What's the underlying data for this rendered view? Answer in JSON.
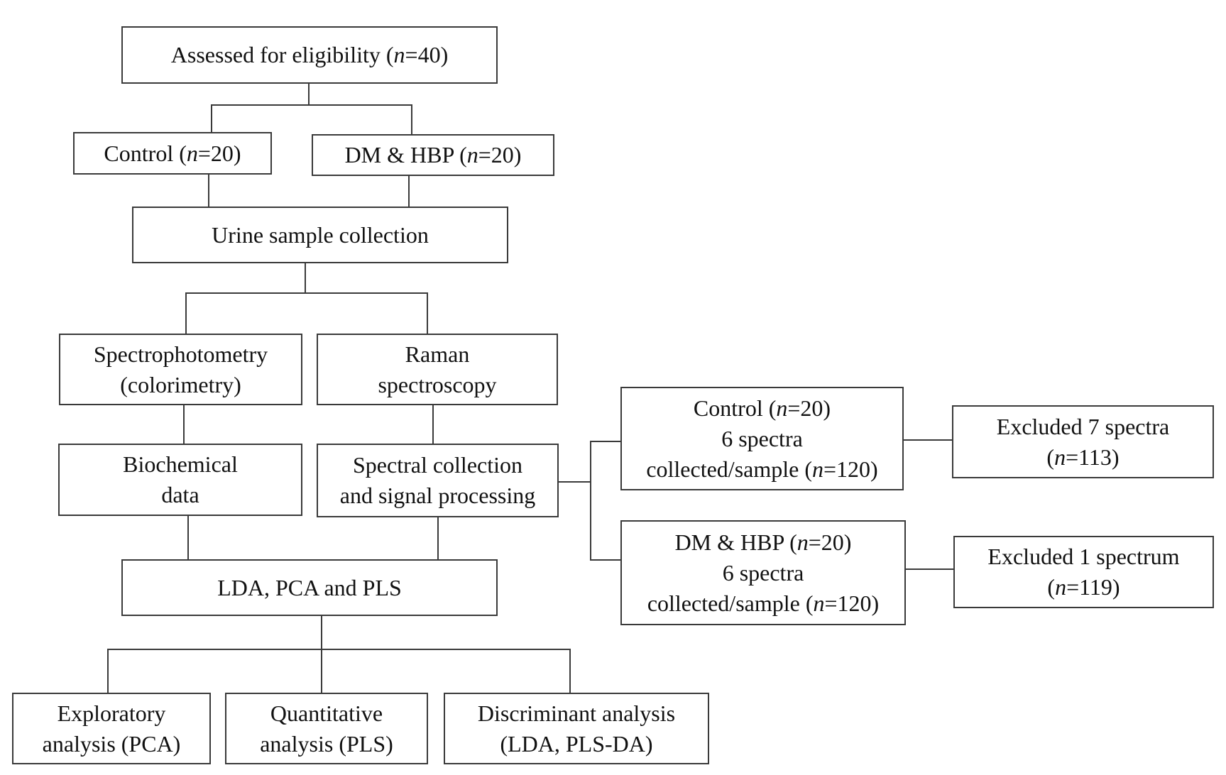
{
  "flowchart": {
    "eligibility": {
      "line1_pre": "Assessed for eligibility (",
      "n": "n",
      "line1_post": "=40)"
    },
    "control": {
      "pre": "Control (",
      "n": "n",
      "post": "=20)"
    },
    "dm_hbp": {
      "pre": "DM & HBP (",
      "n": "n",
      "post": "=20)"
    },
    "urine": {
      "text": "Urine sample collection"
    },
    "spectrophotometry": {
      "line1": "Spectrophotometry",
      "line2": "(colorimetry)"
    },
    "raman": {
      "line1": "Raman",
      "line2": "spectroscopy"
    },
    "biochemical": {
      "line1": "Biochemical",
      "line2": "data"
    },
    "spectral_collection": {
      "line1": "Spectral collection",
      "line2": "and signal processing"
    },
    "lda_pca_pls": {
      "text": "LDA, PCA and PLS"
    },
    "control_spectra": {
      "line1_pre": "Control (",
      "line1_n": "n",
      "line1_post": "=20)",
      "line2": "6 spectra",
      "line3_pre": "collected/sample (",
      "line3_n": "n",
      "line3_post": "=120)"
    },
    "dm_spectra": {
      "line1_pre": "DM & HBP (",
      "line1_n": "n",
      "line1_post": "=20)",
      "line2": "6 spectra",
      "line3_pre": "collected/sample (",
      "line3_n": "n",
      "line3_post": "=120)"
    },
    "excluded_7": {
      "line1": "Excluded 7 spectra",
      "line2_pre": "(",
      "line2_n": "n",
      "line2_post": "=113)"
    },
    "excluded_1": {
      "line1": "Excluded 1 spectrum",
      "line2_pre": "(",
      "line2_n": "n",
      "line2_post": "=119)"
    },
    "exploratory": {
      "line1": "Exploratory",
      "line2": "analysis (PCA)"
    },
    "quantitative": {
      "line1": "Quantitative",
      "line2": "analysis (PLS)"
    },
    "discriminant": {
      "line1": "Discriminant analysis",
      "line2": "(LDA, PLS-DA)"
    }
  }
}
